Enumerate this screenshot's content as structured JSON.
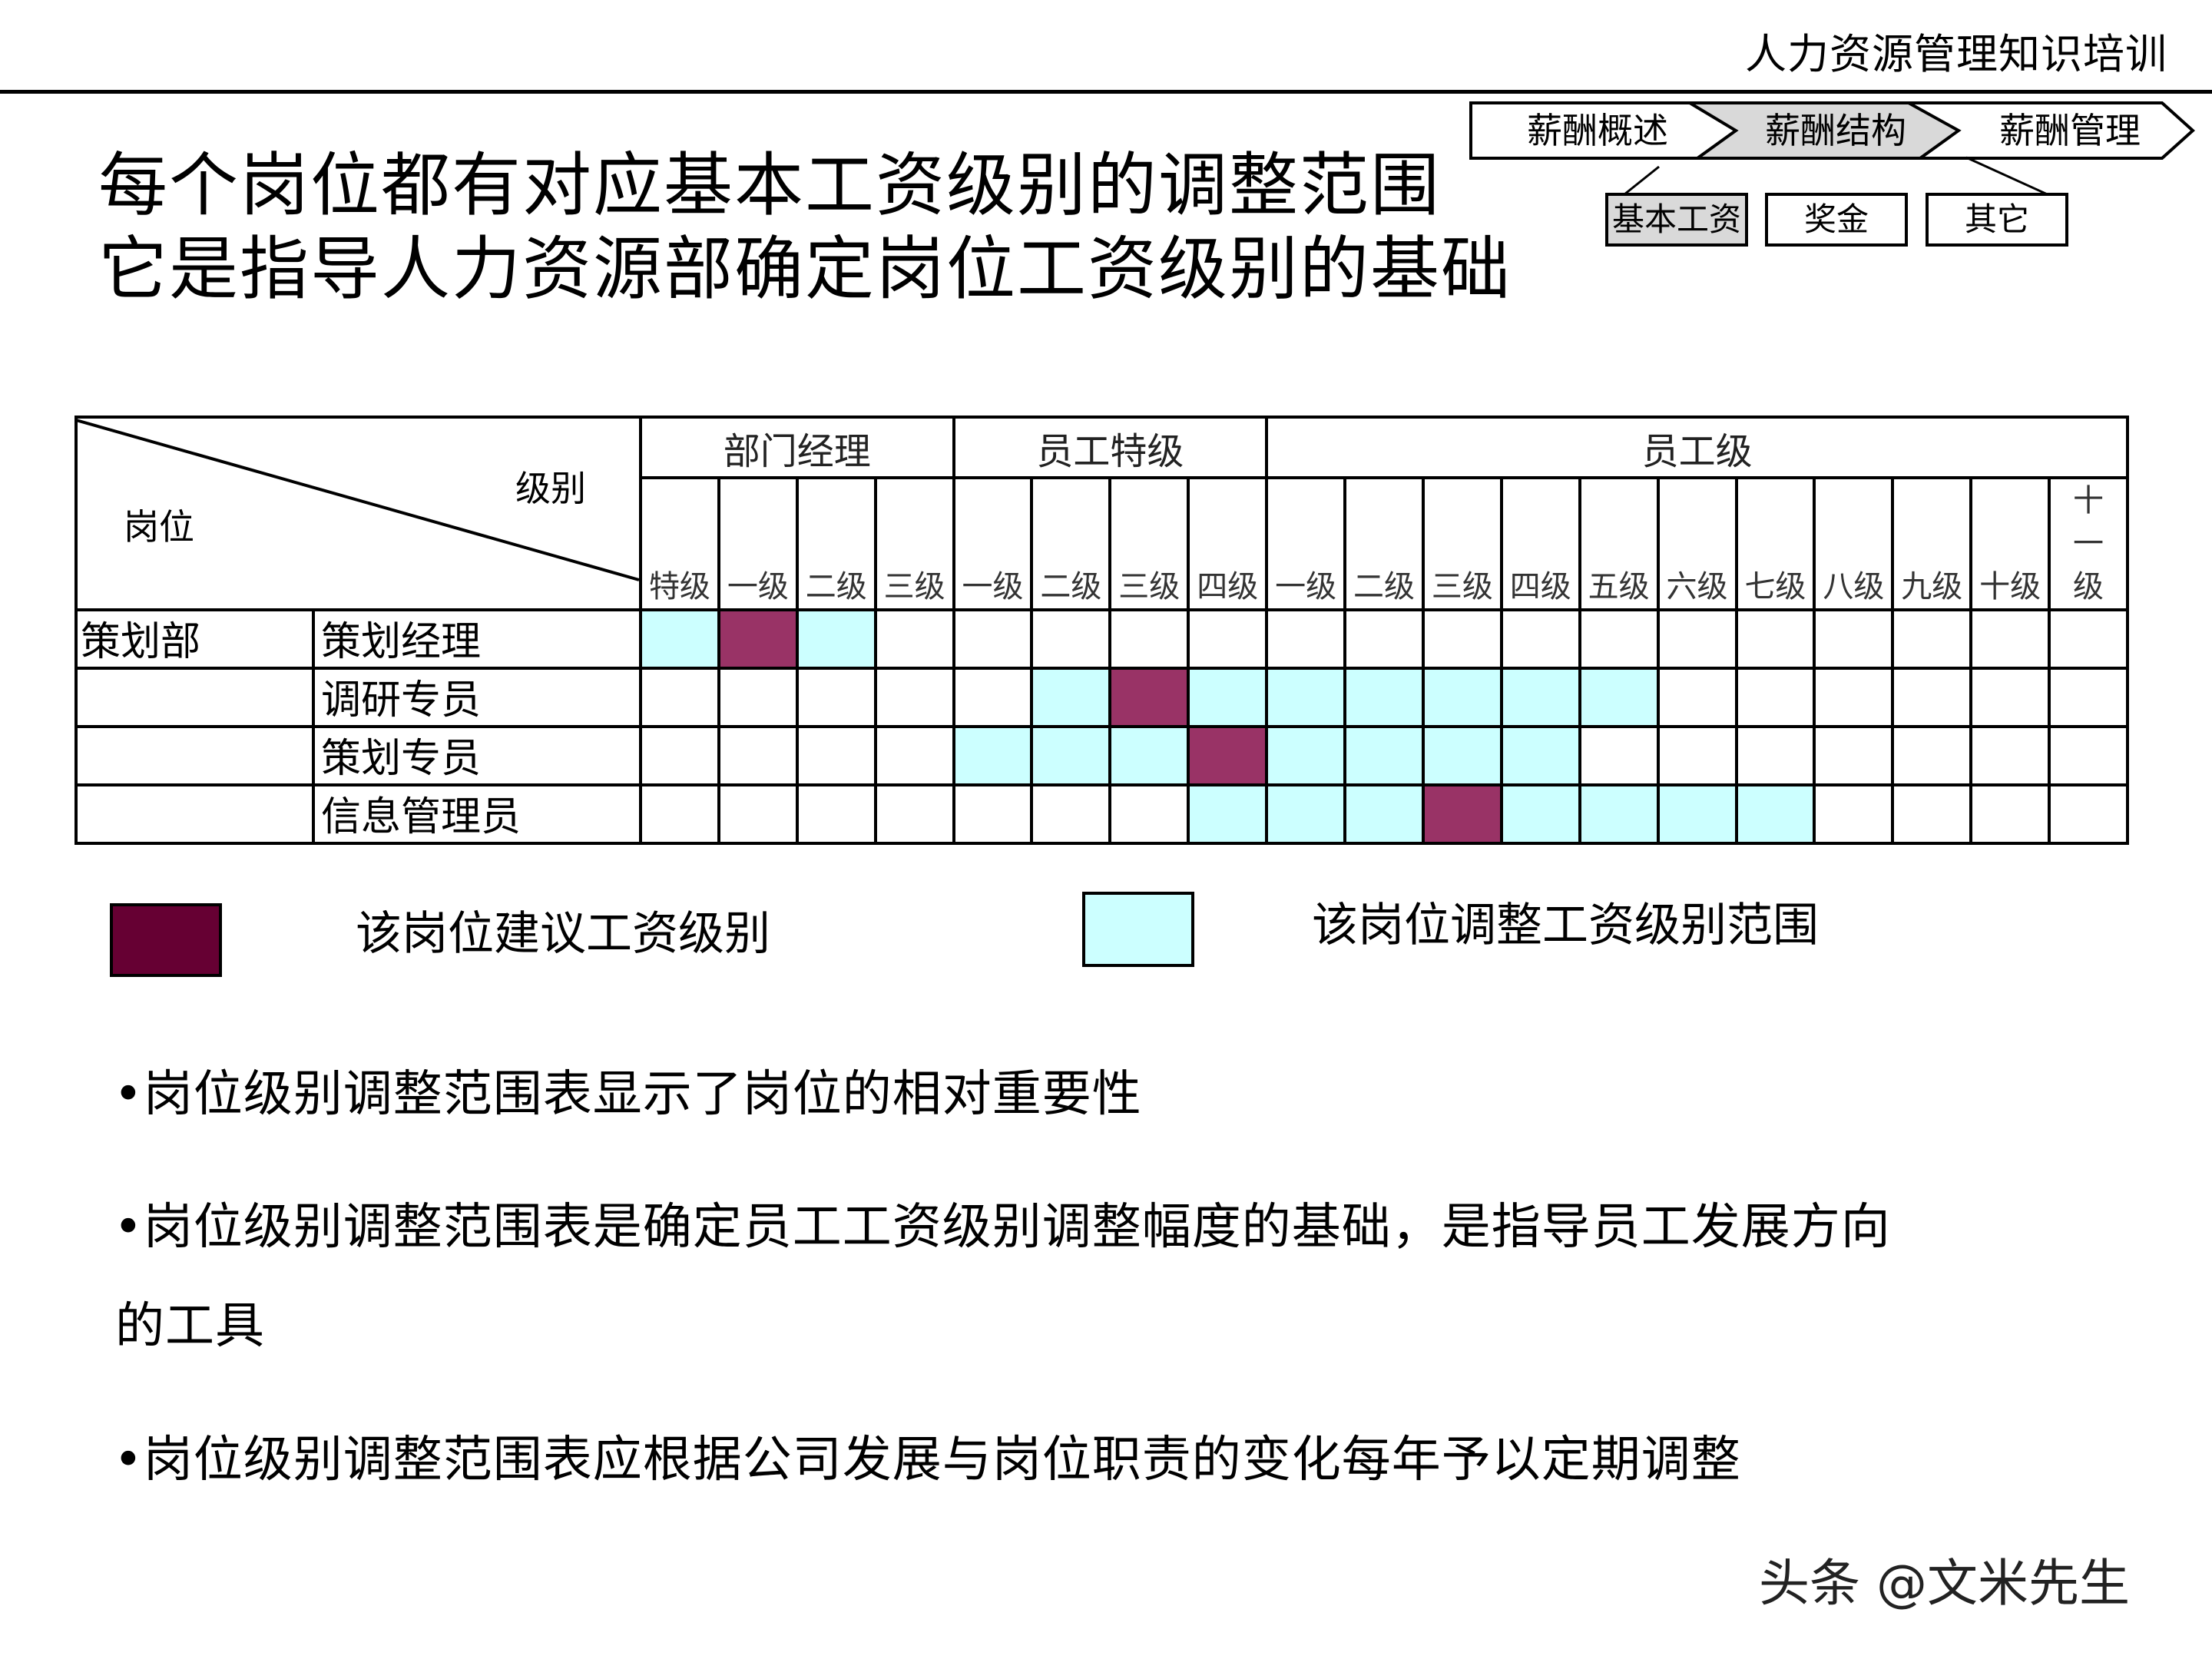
{
  "header": {
    "course_title": "人力资源管理知识培训"
  },
  "nav": {
    "steps": [
      {
        "label": "薪酬概述",
        "active": false
      },
      {
        "label": "薪酬结构",
        "active": true
      },
      {
        "label": "薪酬管理",
        "active": false
      }
    ],
    "subtabs": [
      {
        "label": "基本工资",
        "active": true
      },
      {
        "label": "奖金",
        "active": false
      },
      {
        "label": "其它",
        "active": false
      }
    ]
  },
  "title": {
    "line1": "每个岗位都有对应基本工资级别的调整范围",
    "line2": "它是指导人力资源部确定岗位工资级别的基础"
  },
  "table": {
    "corner_row_label": "岗位",
    "corner_col_label": "级别",
    "groups": [
      {
        "label": "部门经理",
        "span": 4
      },
      {
        "label": "员工特级",
        "span": 4
      },
      {
        "label": "员工级",
        "span": 11
      }
    ],
    "grades": [
      "特级",
      "一级",
      "二级",
      "三级",
      "一级",
      "二级",
      "三级",
      "四级",
      "一级",
      "二级",
      "三级",
      "四级",
      "五级",
      "六级",
      "七级",
      "八级",
      "九级",
      "十级",
      "十一级"
    ],
    "rows": [
      {
        "dept": "策划部",
        "position": "策划经理",
        "cells": [
          "R",
          "X",
          "R",
          "",
          "",
          "",
          "",
          "",
          "",
          "",
          "",
          "",
          "",
          "",
          "",
          "",
          "",
          "",
          ""
        ]
      },
      {
        "dept": "",
        "position": "调研专员",
        "cells": [
          "",
          "",
          "",
          "",
          "",
          "R",
          "X",
          "R",
          "R",
          "R",
          "R",
          "R",
          "R",
          "",
          "",
          "",
          "",
          "",
          ""
        ]
      },
      {
        "dept": "",
        "position": "策划专员",
        "cells": [
          "",
          "",
          "",
          "",
          "R",
          "R",
          "R",
          "X",
          "R",
          "R",
          "R",
          "R",
          "",
          "",
          "",
          "",
          "",
          "",
          ""
        ]
      },
      {
        "dept": "",
        "position": "信息管理员",
        "cells": [
          "",
          "",
          "",
          "",
          "",
          "",
          "",
          "R",
          "R",
          "R",
          "X",
          "R",
          "R",
          "R",
          "R",
          "",
          "",
          "",
          ""
        ]
      }
    ],
    "cell_key": {
      "X": "recommended",
      "R": "range",
      "": "none"
    }
  },
  "colors": {
    "recommended_cell": "#993366",
    "range_cell": "#ccffff",
    "legend_recommended": "#660033",
    "legend_range": "#ccffff",
    "active_tab": "#d9d9d9"
  },
  "legend": {
    "recommended_label": "该岗位建议工资级别",
    "range_label": "该岗位调整工资级别范围"
  },
  "bullets": [
    "•岗位级别调整范围表显示了岗位的相对重要性",
    "•岗位级别调整范围表是确定员工工资级别调整幅度的基础，是指导员工发展方向",
    "的工具",
    "•岗位级别调整范围表应根据公司发展与岗位职责的变化每年予以定期调整"
  ],
  "watermark": "头条 @文米先生"
}
